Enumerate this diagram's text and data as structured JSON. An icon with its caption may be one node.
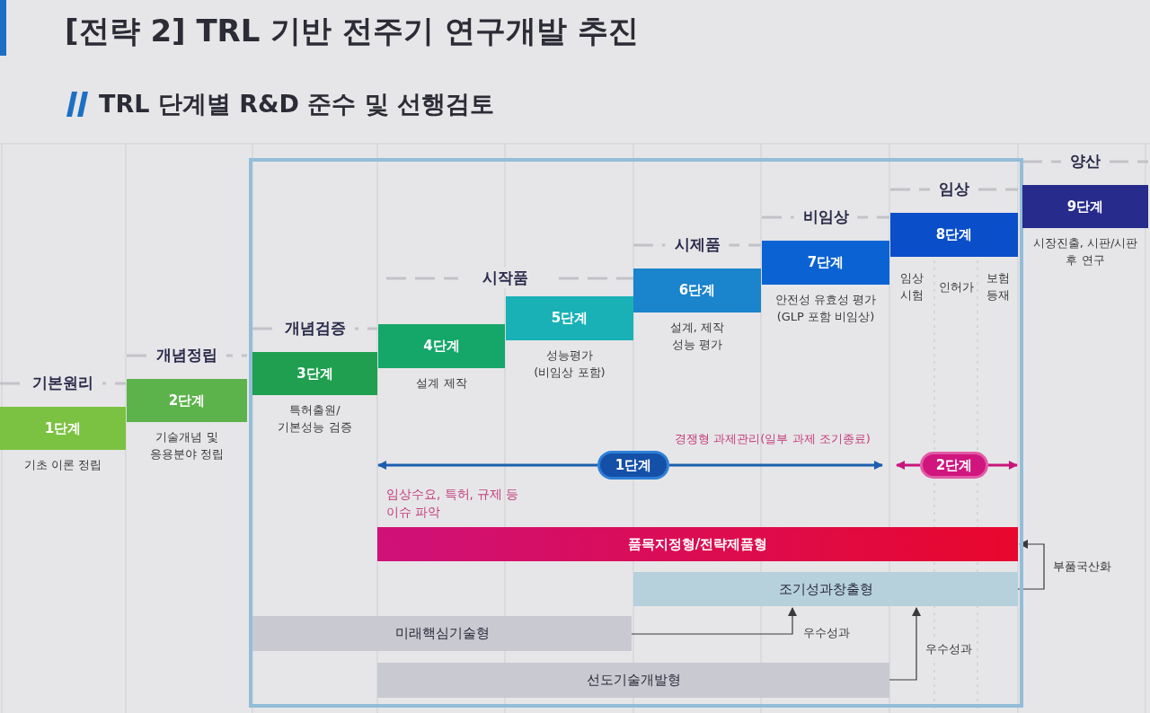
{
  "diagram": {
    "title": "[전략 2] TRL 기반 전주기 연구개발 추진",
    "nodes": [
      {
        "text": [
          "기본원리",
          "1단계"
        ],
        "beside": [
          "기초 이론 정립"
        ]
      },
      {
        "text": [
          "개념정립",
          "2단계"
        ],
        "beside": [
          "기술개념 및 응용분야 정립"
        ]
      },
      {
        "text": [
          "개념검증",
          "3단계"
        ],
        "beside": [
          "특허출원/ 기본성능 검증"
        ]
      },
      {
        "text": [
          "4단계"
        ],
        "beside": [
          "설계 제작"
        ]
      },
      {
        "text": [
          "5단계"
        ],
        "beside": [
          "성능평가 (비임상 포함)"
        ]
      },
      {
        "text": [
          "시제품",
          "6단계"
        ],
        "beside": [
          "설계, 제작 성능 평가"
        ]
      },
      {
        "text": [
          "비임상",
          "7단계"
        ],
        "beside": [
          "안전성 유효성 평가 (GLP 포함 비임상)"
        ]
      },
      {
        "text": [
          "임상",
          "8단계"
        ],
        "beside": [
          "임상 시험",
          "인허가",
          "보험 등재"
        ]
      },
      {
        "text": [
          "양산",
          "9단계"
        ],
        "beside": [
          "시장진출, 시판/시판 후 연구"
        ]
      },
      {
        "text": [
          "1단계"
        ]
      },
      {
        "text": [
          "2단계"
        ]
      },
      {
        "text": [
          "품목지정형/전략제품형"
        ]
      },
      {
        "text": [
          "조기성과창출형"
        ]
      },
      {
        "text": [
          "미래핵심기술형"
        ]
      },
      {
        "text": [
          "선도기술개발형"
        ]
      }
    ],
    "edges": [
      {
        "from": 9,
        "to": null,
        "arrow": "to",
        "color": "#1d5fae"
      },
      {
        "from": 9,
        "to": null,
        "arrow": "to",
        "color": "#1d5fae"
      },
      {
        "from": 10,
        "to": null,
        "arrow": "to",
        "color": "#c8157c"
      },
      {
        "from": 10,
        "to": null,
        "arrow": "to",
        "color": "#c8157c"
      },
      {
        "from": 13,
        "to": 12,
        "arrow": "to",
        "label": "우수성과"
      },
      {
        "from": 14,
        "to": 12,
        "arrow": "to",
        "label": "우수성과"
      },
      {
        "from": 12,
        "to": 11,
        "arrow": "to",
        "label": "부품국산화"
      }
    ],
    "labels": [
      "TRL 단계별 R&D 준수 및 선행검토",
      "시작품",
      "경쟁형 과제관리(일부 과제 조기종료)",
      "임상수요, 특허, 규제 등 이슈 파악"
    ]
  }
}
